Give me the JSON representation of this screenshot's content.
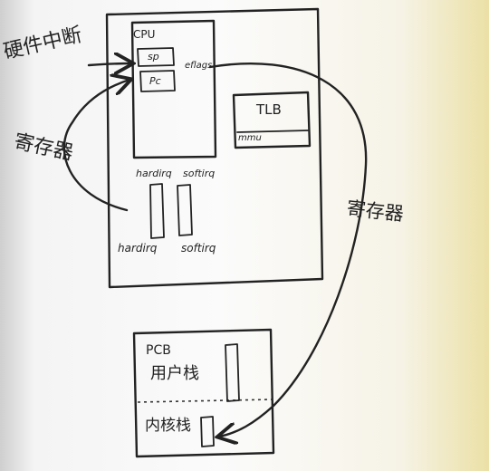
{
  "labels": {
    "cpu": "CPU",
    "sp": "sp",
    "pc": "Pc",
    "cpu_side_register": "eflags",
    "tlb": "TLB",
    "mmu": "mmu",
    "hardirq_top": "hardirq",
    "softirq_top": "softirq",
    "hardirq_bottom": "hardirq",
    "softirq_bottom": "softirq",
    "interrupt_in": "硬件中断",
    "save_registers_left": "寄存器",
    "save_registers_right": "寄存器",
    "pcb": "PCB",
    "user_stack": "用户栈",
    "kernel_stack": "内核栈"
  }
}
